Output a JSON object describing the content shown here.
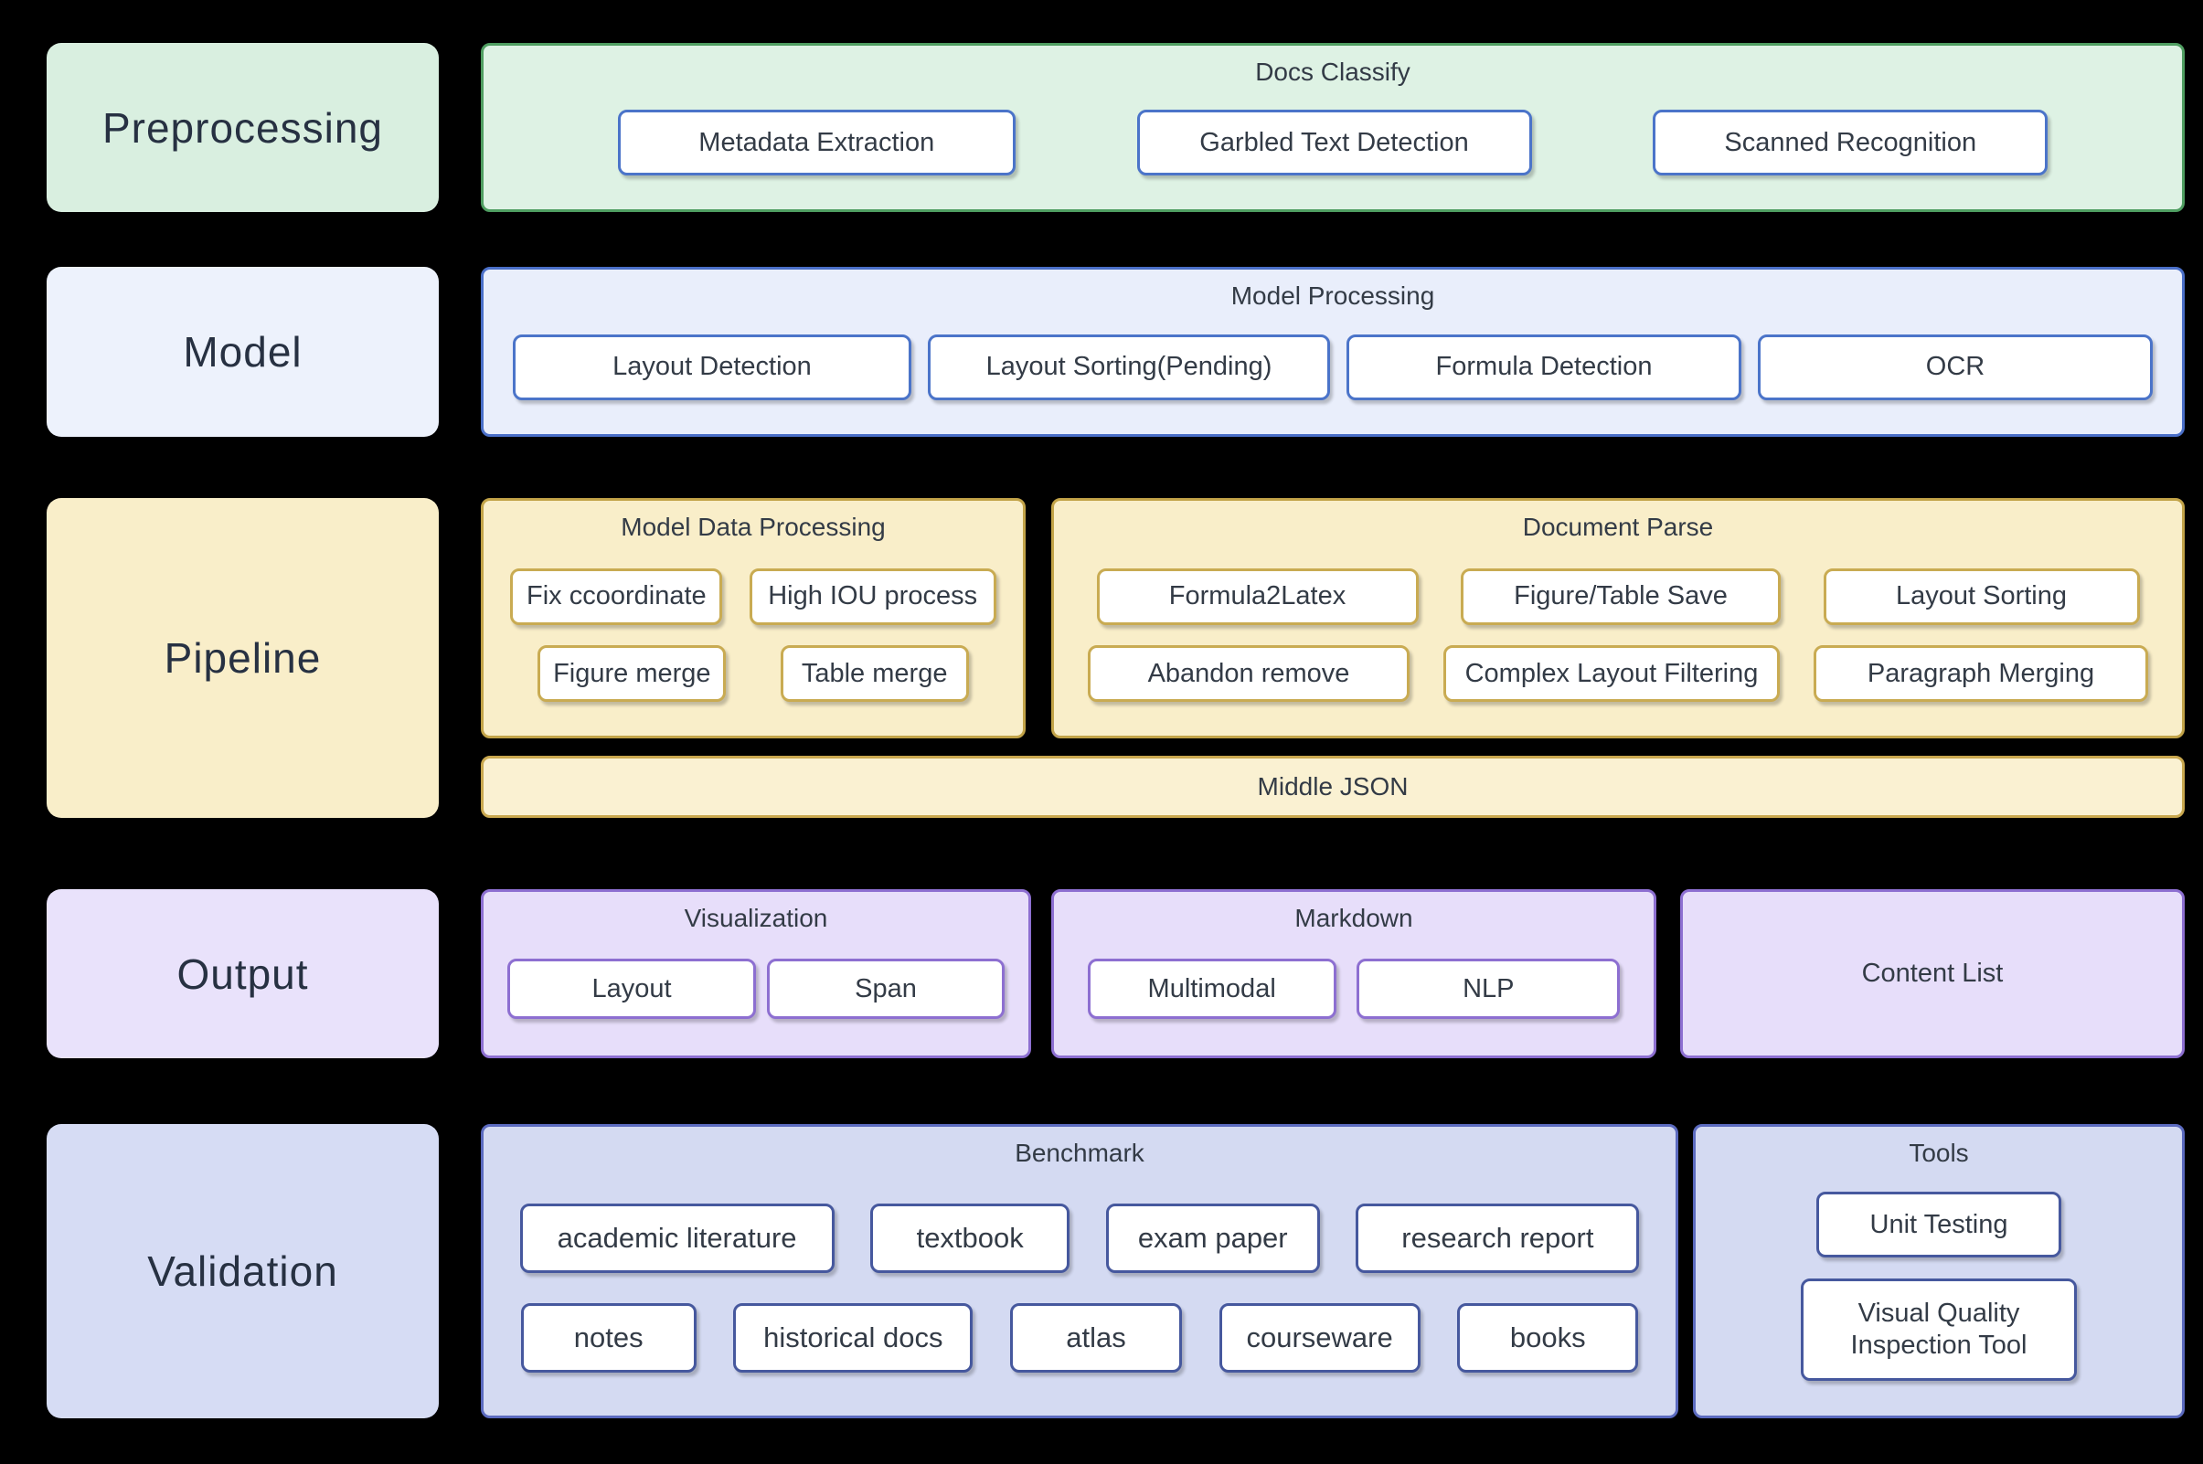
{
  "preprocessing": {
    "label": "Preprocessing",
    "docs_classify": {
      "title": "Docs Classify",
      "items": [
        "Metadata Extraction",
        "Garbled Text Detection",
        "Scanned Recognition"
      ]
    }
  },
  "model": {
    "label": "Model",
    "model_processing": {
      "title": "Model Processing",
      "items": [
        "Layout Detection",
        "Layout Sorting(Pending)",
        "Formula Detection",
        "OCR"
      ]
    }
  },
  "pipeline": {
    "label": "Pipeline",
    "model_data_processing": {
      "title": "Model Data Processing",
      "row1": [
        "Fix ccoordinate",
        "High IOU process"
      ],
      "row2": [
        "Figure merge",
        "Table merge"
      ]
    },
    "document_parse": {
      "title": "Document Parse",
      "row1": [
        "Formula2Latex",
        "Figure/Table Save",
        "Layout Sorting"
      ],
      "row2": [
        "Abandon remove",
        "Complex Layout Filtering",
        "Paragraph Merging"
      ]
    },
    "middle_json": "Middle JSON"
  },
  "output": {
    "label": "Output",
    "visualization": {
      "title": "Visualization",
      "items": [
        "Layout",
        "Span"
      ]
    },
    "markdown": {
      "title": "Markdown",
      "items": [
        "Multimodal",
        "NLP"
      ]
    },
    "content_list": {
      "title": "Content List"
    }
  },
  "validation": {
    "label": "Validation",
    "benchmark": {
      "title": "Benchmark",
      "row1": [
        "academic literature",
        "textbook",
        "exam paper",
        "research report"
      ],
      "row2": [
        "notes",
        "historical docs",
        "atlas",
        "courseware",
        "books"
      ]
    },
    "tools": {
      "title": "Tools",
      "items": [
        "Unit Testing",
        "Visual Quality Inspection Tool"
      ]
    }
  },
  "colors": {
    "background": "#000000",
    "green_fill": "#def2e4",
    "green_border": "#4f9e61",
    "blue_fill": "#e9eefb",
    "blue_border": "#4a6fc8",
    "blue_item_border": "#4b74c9",
    "yellow_fill": "#f9eec9",
    "yellow_border": "#c2a348",
    "gold_item_border": "#c9ab52",
    "middle_json_fill": "#faf1d2",
    "purple_fill": "#e7defa",
    "purple_border": "#8d6fd1",
    "periwinkle_fill": "#d4daf2",
    "periwinkle_border": "#5b6abf",
    "navy_item_border": "#46589e",
    "text": "#2e3a46"
  }
}
